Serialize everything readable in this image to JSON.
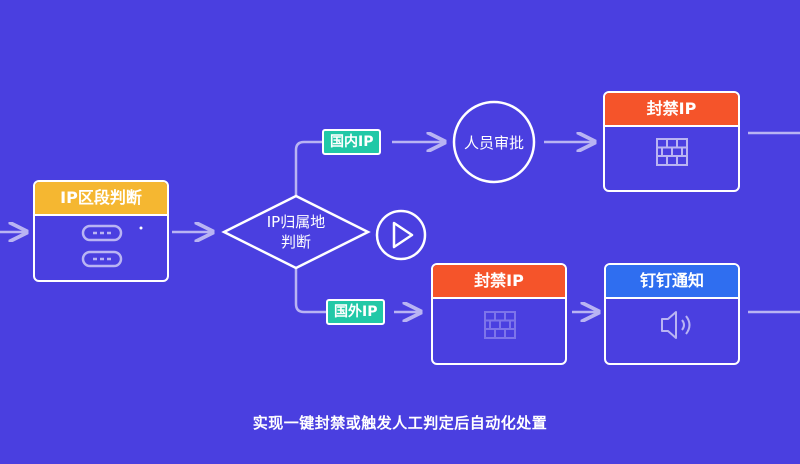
{
  "nodes": {
    "ip_range": {
      "title": "IP区段判断",
      "color": "#f5b731"
    },
    "ip_location": {
      "line1": "IP归属地",
      "line2": "判断"
    },
    "domestic_tag": "国内IP",
    "foreign_tag": "国外IP",
    "approval": "人员审批",
    "block_ip_top": {
      "title": "封禁IP",
      "color": "#f5542a"
    },
    "block_ip_bottom": {
      "title": "封禁IP",
      "color": "#f5542a"
    },
    "dingtalk_notify": {
      "title": "钉钉通知",
      "color": "#2f6ef0"
    }
  },
  "icons": {
    "ip_range": "server-icon",
    "block_ip": "firewall-icon",
    "notify": "speaker-icon",
    "play": "play-icon"
  },
  "caption": "实现一键封禁或触发人工判定后自动化处置",
  "colors": {
    "background": "#4a3fe0",
    "line": "#b9b4f3",
    "tag": "#21c8a7"
  }
}
